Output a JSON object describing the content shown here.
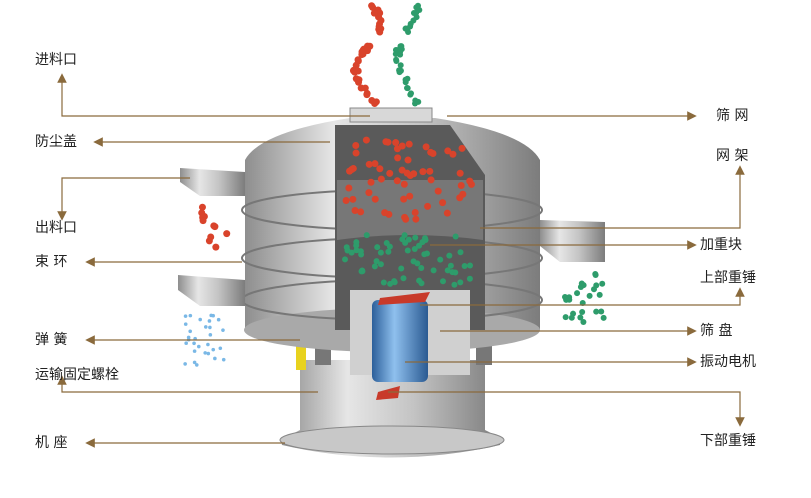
{
  "title": "Vibrating sieve structure diagram",
  "colors": {
    "leader": "#8a6a3c",
    "metal": "#b8b8b8",
    "red_particle": "#d9432b",
    "green_particle": "#2e9c6b",
    "motor": "#3f7fc2",
    "spring": "#e8d21e"
  },
  "left_labels": [
    {
      "id": "feed-inlet",
      "text": "进料口"
    },
    {
      "id": "dust-cover",
      "text": "防尘盖"
    },
    {
      "id": "outlet",
      "text": "出料口"
    },
    {
      "id": "clamp-ring",
      "text": "束 环"
    },
    {
      "id": "spring",
      "text": "弹 簧"
    },
    {
      "id": "transport-bolt",
      "text": "运输固定螺栓"
    },
    {
      "id": "base",
      "text": "机 座"
    }
  ],
  "right_labels": [
    {
      "id": "screen-mesh",
      "text": "筛 网"
    },
    {
      "id": "mesh-frame",
      "text": "网 架"
    },
    {
      "id": "weight-block",
      "text": "加重块"
    },
    {
      "id": "upper-weight",
      "text": "上部重锤"
    },
    {
      "id": "sieve-tray",
      "text": "筛 盘"
    },
    {
      "id": "vibration-motor",
      "text": "振动电机"
    },
    {
      "id": "lower-weight",
      "text": "下部重锤"
    }
  ]
}
